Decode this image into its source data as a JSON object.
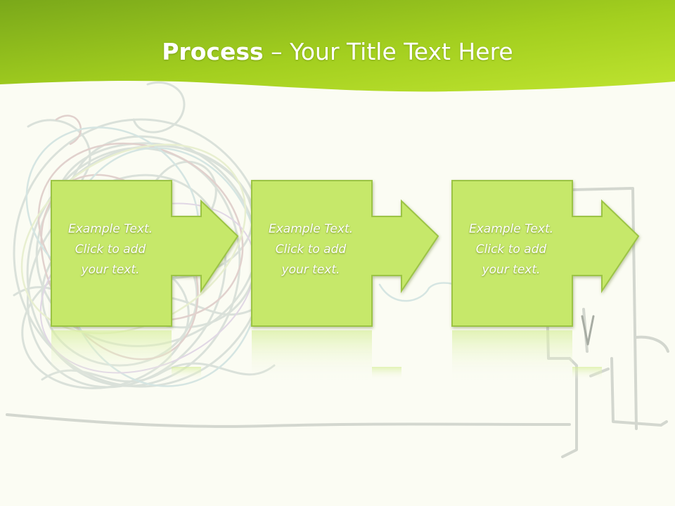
{
  "title": {
    "bold": "Process",
    "rest": " – Your Title Text Here"
  },
  "steps": [
    {
      "line1": "Example Text.",
      "line2": "Click  to add",
      "line3": "your text."
    },
    {
      "line1": "Example Text.",
      "line2": "Click  to add",
      "line3": "your text."
    },
    {
      "line1": "Example Text.",
      "line2": "Click  to add",
      "line3": "your text."
    }
  ],
  "colors": {
    "header_dark": "#7aa81a",
    "header_light": "#b8df2a",
    "box_fill": "#c6e86a",
    "box_border": "#9cc445",
    "background": "#fbfcf3"
  }
}
